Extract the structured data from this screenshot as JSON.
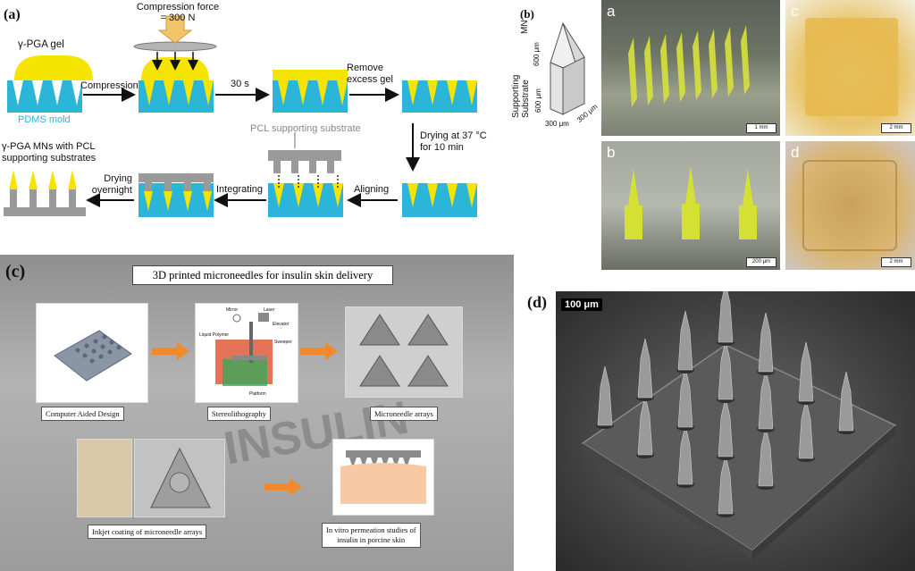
{
  "panel_a": {
    "label": "(a)",
    "compression_force_line1": "Compression force",
    "compression_force_line2": "= 300 N",
    "gel_label": "γ-PGA gel",
    "mold_label": "PDMS mold",
    "step_compression": "Compression",
    "step_30s": "30 s",
    "step_remove_line1": "Remove",
    "step_remove_line2": "excess gel",
    "step_drying_line1": "Drying at 37 °C",
    "step_drying_line2": "for 10 min",
    "pcl_substrate": "PCL supporting substrate",
    "step_aligning": "Aligning",
    "step_integrating": "Integrating",
    "step_drying_overnight_line1": "Drying",
    "step_drying_overnight_line2": "overnight",
    "result_line1": "γ-PGA MNs with PCL",
    "result_line2": "supporting substrates",
    "colors": {
      "gel": "#f5e400",
      "mold": "#2ab5d9",
      "pcl": "#9a9a9a"
    }
  },
  "panel_b": {
    "label": "(b)",
    "mn_label": "MN",
    "mn_height": "600 μm",
    "substrate_label_line1": "Supporting",
    "substrate_label_line2": "Substrate",
    "substrate_height": "600 μm",
    "width_1": "300 μm",
    "width_2": "300 μm",
    "photos": [
      {
        "letter": "a",
        "scale": "1 mm"
      },
      {
        "letter": "c",
        "scale": "2 mm"
      },
      {
        "letter": "b",
        "scale": "200 μm"
      },
      {
        "letter": "d",
        "scale": "2 mm"
      }
    ]
  },
  "panel_c": {
    "label": "(c)",
    "title": "3D printed microneedles for insulin skin delivery",
    "background_text": "INSULIN",
    "captions": {
      "cad": "Computer Aided Design",
      "sla": "Stereolithography",
      "arrays": "Microneedle arrays",
      "inkjet": "Inkjet coating of microneedle arrays",
      "permeation_line1": "In vitro permeation studies of",
      "permeation_line2": "insulin in porcine skin"
    },
    "sla_parts": {
      "mirror": "Mirror",
      "laser": "Laser",
      "elevator": "Elevator",
      "liquid_polymer": "Liquid Polymer",
      "sweeper": "Sweeper",
      "platform": "Platform"
    }
  },
  "panel_d": {
    "label": "(d)",
    "scale_bar": "100  μm"
  }
}
